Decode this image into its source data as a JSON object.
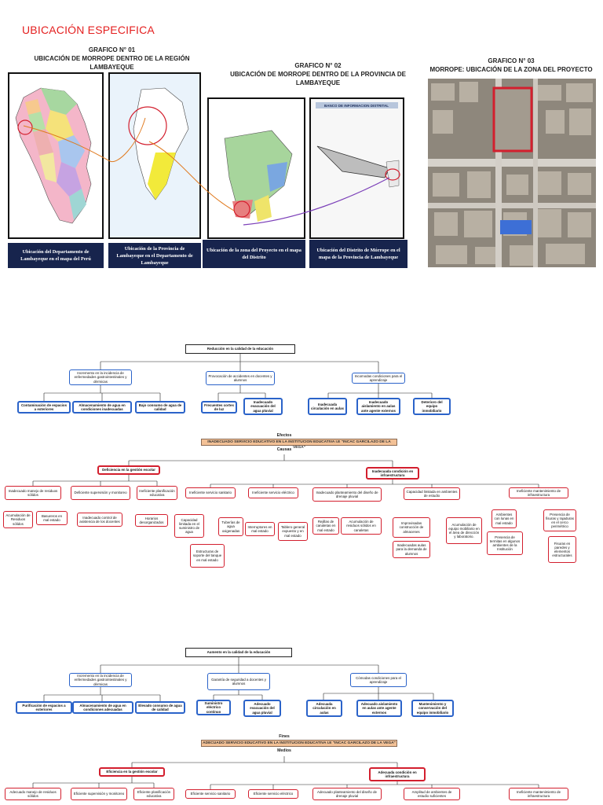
{
  "section_title": "UBICACIÓN ESPECIFICA",
  "graficos": [
    {
      "number": "GRAFICO N° 01",
      "subtitle": "UBICACIÓN DE MORROPE DENTRO DE LA REGIÓN LAMBAYEQUE",
      "captions": [
        "Ubicación del Departamento de Lambayeque en el mapa del Perú",
        "Ubicación de la Provincia de Lambayeque en el Departamento de Lambayeque"
      ]
    },
    {
      "number": "GRAFICO N° 02",
      "subtitle": "UBICACIÓN DE MORROPE DENTRO DE LA PROVINCIA DE LAMBAYEQUE",
      "captions": [
        "Ubicación de la zona del Proyecto en el mapa del Distrito",
        "Ubicación del Distrito de Mórrope en el mapa de la Provincia de Lambayeque"
      ]
    },
    {
      "number": "GRAFICO N° 03",
      "subtitle": "MORROPE: UBICACIÓN DE LA ZONA DEL PROYECTO"
    }
  ],
  "map_labels": {
    "banco": "BANCO DE INFORMACION DISTRITAL"
  },
  "tree1": {
    "top": "Reducción en la calidad de la educación",
    "l2": [
      "Incremento en la incidencia de enfermedades gastrointestinales y dérmicas",
      "Provocación de accidentes en docentes y alumnos",
      "Incomodas condiciones para el aprendizaje"
    ],
    "l3": [
      "Contaminación de espacios a exteriores",
      "Almacenamiento de agua en condiciones inadecuadas",
      "Bajo consumo de agua de calidad",
      "Frecuentes cortes de luz",
      "Inadecuado evacuación del agua pluvial",
      "Inadecuada circulación en aulas",
      "Inadecuado aislamiento en aulas ante agente externos",
      "Deterioro del equipo inmobiliario"
    ],
    "effects_label": "Efectos",
    "banner": "INADECUADO SERVICIO EDUCATIVO EN LA INSTITUCION EDUCATIVA I.E \"INCAC GARCILAZO DE LA VEGA\"",
    "causes_label": "Causas",
    "c1": [
      "Deficiencia en la gestión escolar",
      "Inadecuada condición en infraestructura"
    ],
    "c2": [
      "Inadecuado manejo de residuos sólidos",
      "Deficiente supervisión y monitoreo",
      "Ineficiente planificación educativa",
      "Ineficiente servicio sanitario",
      "Ineficiente servicio eléctrico",
      "Inadecuado planteamiento del diseño de drenaje pluvial",
      "Capacidad limitada en ambientes de estudio",
      "Ineficiente mantenimiento de infraestructura"
    ],
    "c3": [
      "Acumulación de Residuos sólidos",
      "Basureros en mal estado",
      "Inadecuado control de asistencia de los docentes",
      "Horarios desorganizados",
      "Capacidad limitada en el suministro de agua",
      "Tuberías de agua oxigenadas",
      "Estructuras de soporte del tanque en mal estado",
      "Interruptores en mal estado",
      "Tablero general expuesto y en mal estado",
      "Rejillas de canaletas en mal estado",
      "Acumulación de residuos sólidos en canaletas",
      "Improvisadas construcción de almacenes",
      "Inadecuadas aulas para la demanda de alumnos",
      "Acumulación de equipo mobiliario en el área de dirección y laboratorio.",
      "Ambientes con lunas en mal estado",
      "Presencia de termitas en algunos ambientes de la Institución",
      "Presencia de fisuras y rajaduras en el cerco perimétrico",
      "Fisuras en paredes y elementos estructurales"
    ]
  },
  "tree2": {
    "top": "Aumento en la calidad de la educación",
    "l2": [
      "Incremento en la incidencia de enfermedades gastrointestinales y dérmicas",
      "Garantía de seguridad a docentes y alumnos",
      "Cómodas condiciones para el aprendizaje"
    ],
    "l3": [
      "Purificación de espacios a exteriores",
      "Almacenamiento de agua en condiciones adecuadas",
      "Elevado consumo de agua de calidad",
      "Suministro eléctrico continuo",
      "Adecuado evacuación del agua pluvial",
      "Adecuada circulación en aulas",
      "Adecuado aislamiento en aulas ante agente externos",
      "Mantenimiento y conservación del equipo inmobiliario"
    ],
    "ends_label": "Fines",
    "banner": "ADECUADO SERVICIO EDUCATIVO EN LA INSTITUCION EDUCATIVA I.E \"INCAC GARCILAZO DE LA VEGA\"",
    "means_label": "Medios",
    "m1": [
      "Eficiencia en la gestión escolar",
      "Adecuada condición en infraestructura"
    ],
    "m2": [
      "Adecuado manejo de residuos sólidos",
      "Eficiente supervisión y monitoreo",
      "Eficiente planificación educativa",
      "Eficiente servicio sanitario",
      "Eficiente servicio eléctrico",
      "Adecuado planteamiento del diseño de drenaje pluvial",
      "Amplitud de ambientes de estudio suficientes",
      "Ineficiente mantenimiento de infraestructura"
    ]
  }
}
